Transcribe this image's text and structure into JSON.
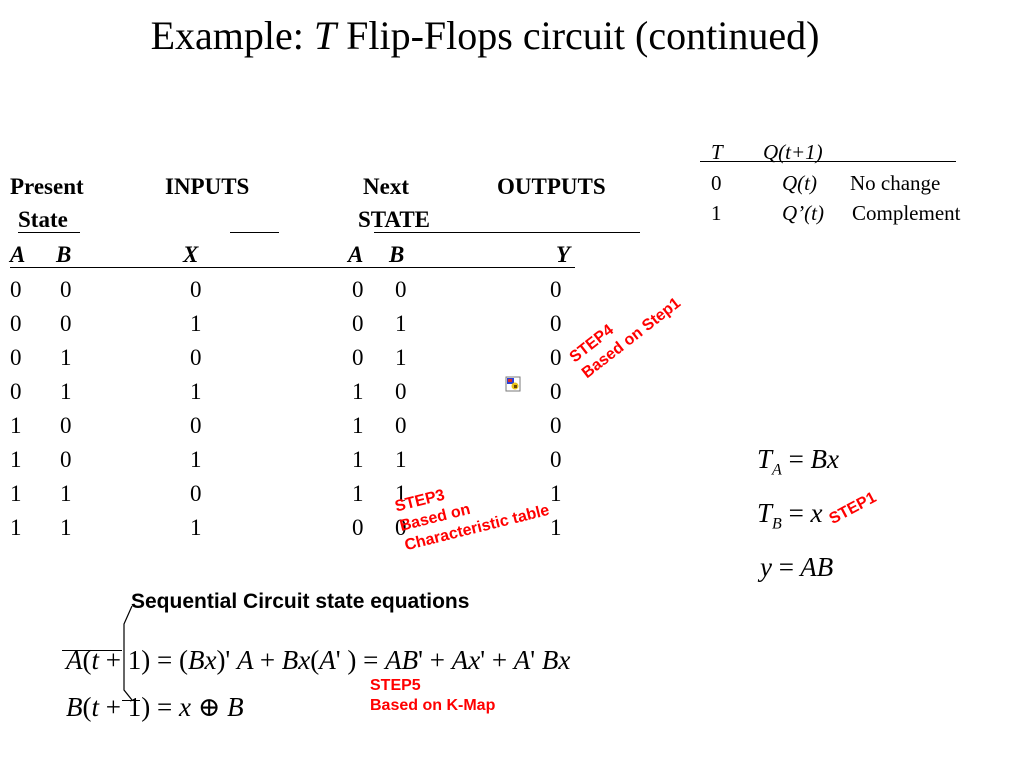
{
  "title": {
    "prefix": "Example: ",
    "italic": "T",
    "suffix": " Flip-Flops circuit (continued)"
  },
  "state_table": {
    "headers": {
      "present": "Present",
      "state": "State",
      "inputs": "INPUTS",
      "next": "Next",
      "next_state": "STATE",
      "outputs": "OUTPUTS"
    },
    "columns": [
      "A",
      "B",
      "X",
      "A",
      "B",
      "Y"
    ],
    "rows": [
      [
        "0",
        "0",
        "0",
        "0",
        "0",
        "0"
      ],
      [
        "0",
        "0",
        "1",
        "0",
        "1",
        "0"
      ],
      [
        "0",
        "1",
        "0",
        "0",
        "1",
        "0"
      ],
      [
        "0",
        "1",
        "1",
        "1",
        "0",
        "0"
      ],
      [
        "1",
        "0",
        "0",
        "1",
        "0",
        "0"
      ],
      [
        "1",
        "0",
        "1",
        "1",
        "1",
        "0"
      ],
      [
        "1",
        "1",
        "0",
        "1",
        "1",
        "1"
      ],
      [
        "1",
        "1",
        "1",
        "0",
        "0",
        "1"
      ]
    ]
  },
  "characteristic_table": {
    "header": {
      "t": "T",
      "q_next": "Q(t+1)"
    },
    "rows": [
      {
        "t": "0",
        "q": "Q(t)",
        "desc": "No change"
      },
      {
        "t": "1",
        "q": "Q’(t)",
        "desc": "Complement"
      }
    ]
  },
  "flipflop_equations": {
    "ta": "T_A = Bx",
    "tb": "T_B = x",
    "y": "y = AB"
  },
  "state_equations": {
    "heading": "Sequential Circuit state equations",
    "a_next": "A(t+1) = (Bx)' A + Bx(A') = AB' + Ax' + A' Bx",
    "b_next": "B(t+1) = x ⊕ B"
  },
  "annotations": {
    "step4": [
      "STEP4",
      "Based on Step1"
    ],
    "step3": [
      "STEP3",
      "Based on",
      "Characteristic table"
    ],
    "step1": "STEP1",
    "step5": [
      "STEP5",
      "Based  on K-Map"
    ]
  },
  "colors": {
    "annotation": "#ff0000",
    "text": "#000000",
    "background": "#ffffff"
  },
  "icons": {
    "embedded_object": "embedded-object-icon"
  }
}
